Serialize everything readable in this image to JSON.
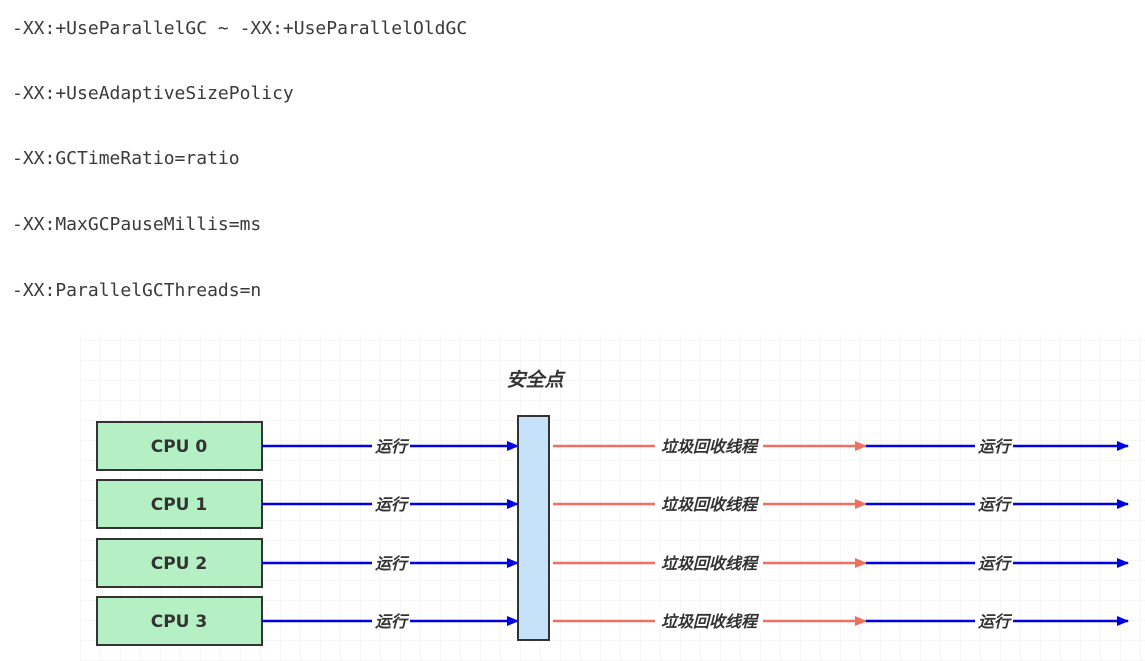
{
  "options": [
    "-XX:+UseParallelGC ~ -XX:+UseParallelOldGC",
    "-XX:+UseAdaptiveSizePolicy",
    "-XX:GCTimeRatio=ratio",
    "-XX:MaxGCPauseMillis=ms",
    "-XX:ParallelGCThreads=n"
  ],
  "diagram": {
    "safepoint_label": "安全点",
    "cpus": [
      "CPU 0",
      "CPU 1",
      "CPU 2",
      "CPU 3"
    ],
    "run_label": "运行",
    "gc_label": "垃圾回收线程",
    "colors": {
      "cpu_fill": "#b5f0c4",
      "safepoint_fill": "#c6e2fa",
      "run_arrow": "#0000e0",
      "gc_arrow": "#f07060"
    }
  }
}
